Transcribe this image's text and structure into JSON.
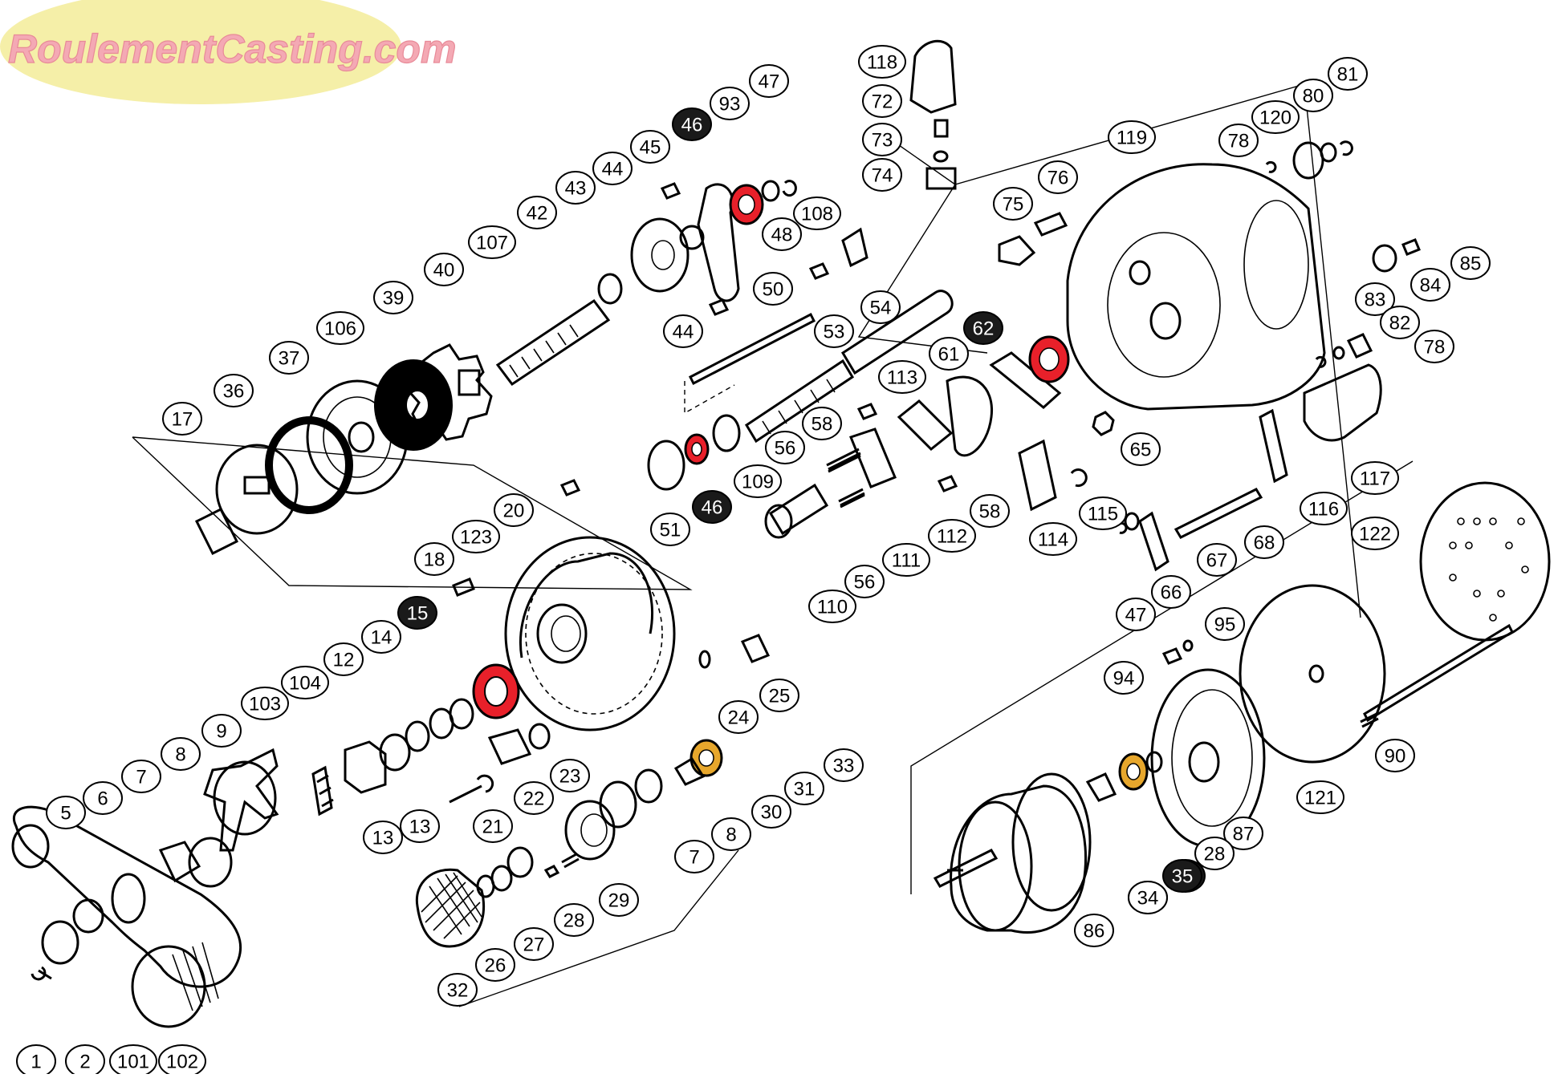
{
  "logo": {
    "text": "RoulementCasting.com",
    "bg_color": "#f5efa8",
    "text_color": "#f4a9b4"
  },
  "colors": {
    "bearing_red": "#e8202a",
    "bearing_gold": "#e7a72c",
    "bubble_dark": "#1a1a1a",
    "line": "#000000"
  },
  "labels": [
    {
      "id": "1",
      "style": "light"
    },
    {
      "id": "2",
      "style": "light"
    },
    {
      "id": "101",
      "style": "light"
    },
    {
      "id": "102",
      "style": "light"
    },
    {
      "id": "5",
      "style": "light"
    },
    {
      "id": "6",
      "style": "light"
    },
    {
      "id": "7",
      "style": "light"
    },
    {
      "id": "8",
      "style": "light"
    },
    {
      "id": "9",
      "style": "light"
    },
    {
      "id": "103",
      "style": "light"
    },
    {
      "id": "104",
      "style": "light"
    },
    {
      "id": "12",
      "style": "light"
    },
    {
      "id": "14",
      "style": "light"
    },
    {
      "id": "15",
      "style": "dark"
    },
    {
      "id": "13",
      "style": "light"
    },
    {
      "id": "13",
      "style": "light"
    },
    {
      "id": "21",
      "style": "light"
    },
    {
      "id": "22",
      "style": "light"
    },
    {
      "id": "23",
      "style": "light"
    },
    {
      "id": "18",
      "style": "light"
    },
    {
      "id": "123",
      "style": "light"
    },
    {
      "id": "20",
      "style": "light"
    },
    {
      "id": "24",
      "style": "light"
    },
    {
      "id": "25",
      "style": "light"
    },
    {
      "id": "17",
      "style": "light"
    },
    {
      "id": "36",
      "style": "light"
    },
    {
      "id": "37",
      "style": "light"
    },
    {
      "id": "106",
      "style": "light"
    },
    {
      "id": "39",
      "style": "light"
    },
    {
      "id": "40",
      "style": "light"
    },
    {
      "id": "107",
      "style": "light"
    },
    {
      "id": "42",
      "style": "light"
    },
    {
      "id": "43",
      "style": "light"
    },
    {
      "id": "44",
      "style": "light"
    },
    {
      "id": "45",
      "style": "light"
    },
    {
      "id": "46",
      "style": "dark"
    },
    {
      "id": "93",
      "style": "light"
    },
    {
      "id": "47",
      "style": "light"
    },
    {
      "id": "44",
      "style": "light"
    },
    {
      "id": "50",
      "style": "light"
    },
    {
      "id": "54",
      "style": "light"
    },
    {
      "id": "53",
      "style": "light"
    },
    {
      "id": "48",
      "style": "light"
    },
    {
      "id": "108",
      "style": "light"
    },
    {
      "id": "58",
      "style": "light"
    },
    {
      "id": "56",
      "style": "light"
    },
    {
      "id": "109",
      "style": "light"
    },
    {
      "id": "51",
      "style": "light"
    },
    {
      "id": "46",
      "style": "dark"
    },
    {
      "id": "110",
      "style": "light"
    },
    {
      "id": "56",
      "style": "light"
    },
    {
      "id": "111",
      "style": "light"
    },
    {
      "id": "112",
      "style": "light"
    },
    {
      "id": "58",
      "style": "light"
    },
    {
      "id": "113",
      "style": "light"
    },
    {
      "id": "61",
      "style": "light"
    },
    {
      "id": "62",
      "style": "dark"
    },
    {
      "id": "114",
      "style": "light"
    },
    {
      "id": "115",
      "style": "light"
    },
    {
      "id": "118",
      "style": "light"
    },
    {
      "id": "72",
      "style": "light"
    },
    {
      "id": "73",
      "style": "light"
    },
    {
      "id": "74",
      "style": "light"
    },
    {
      "id": "75",
      "style": "light"
    },
    {
      "id": "76",
      "style": "light"
    },
    {
      "id": "119",
      "style": "light"
    },
    {
      "id": "78",
      "style": "light"
    },
    {
      "id": "120",
      "style": "light"
    },
    {
      "id": "80",
      "style": "light"
    },
    {
      "id": "81",
      "style": "light"
    },
    {
      "id": "85",
      "style": "light"
    },
    {
      "id": "84",
      "style": "light"
    },
    {
      "id": "83",
      "style": "light"
    },
    {
      "id": "82",
      "style": "light"
    },
    {
      "id": "78",
      "style": "light"
    },
    {
      "id": "65",
      "style": "light"
    },
    {
      "id": "117",
      "style": "light"
    },
    {
      "id": "116",
      "style": "light"
    },
    {
      "id": "68",
      "style": "light"
    },
    {
      "id": "67",
      "style": "light"
    },
    {
      "id": "66",
      "style": "light"
    },
    {
      "id": "47",
      "style": "light"
    },
    {
      "id": "122",
      "style": "light"
    },
    {
      "id": "95",
      "style": "light"
    },
    {
      "id": "94",
      "style": "light"
    },
    {
      "id": "90",
      "style": "light"
    },
    {
      "id": "121",
      "style": "light"
    },
    {
      "id": "87",
      "style": "light"
    },
    {
      "id": "28",
      "style": "light"
    },
    {
      "id": "35",
      "style": "dark"
    },
    {
      "id": "34",
      "style": "light"
    },
    {
      "id": "86",
      "style": "light"
    },
    {
      "id": "35",
      "style": "dark"
    },
    {
      "id": "34",
      "style": "light"
    },
    {
      "id": "33",
      "style": "light"
    },
    {
      "id": "31",
      "style": "light"
    },
    {
      "id": "30",
      "style": "light"
    },
    {
      "id": "8",
      "style": "light"
    },
    {
      "id": "7",
      "style": "light"
    },
    {
      "id": "29",
      "style": "light"
    },
    {
      "id": "28",
      "style": "light"
    },
    {
      "id": "27",
      "style": "light"
    },
    {
      "id": "26",
      "style": "light"
    },
    {
      "id": "32",
      "style": "light"
    }
  ]
}
